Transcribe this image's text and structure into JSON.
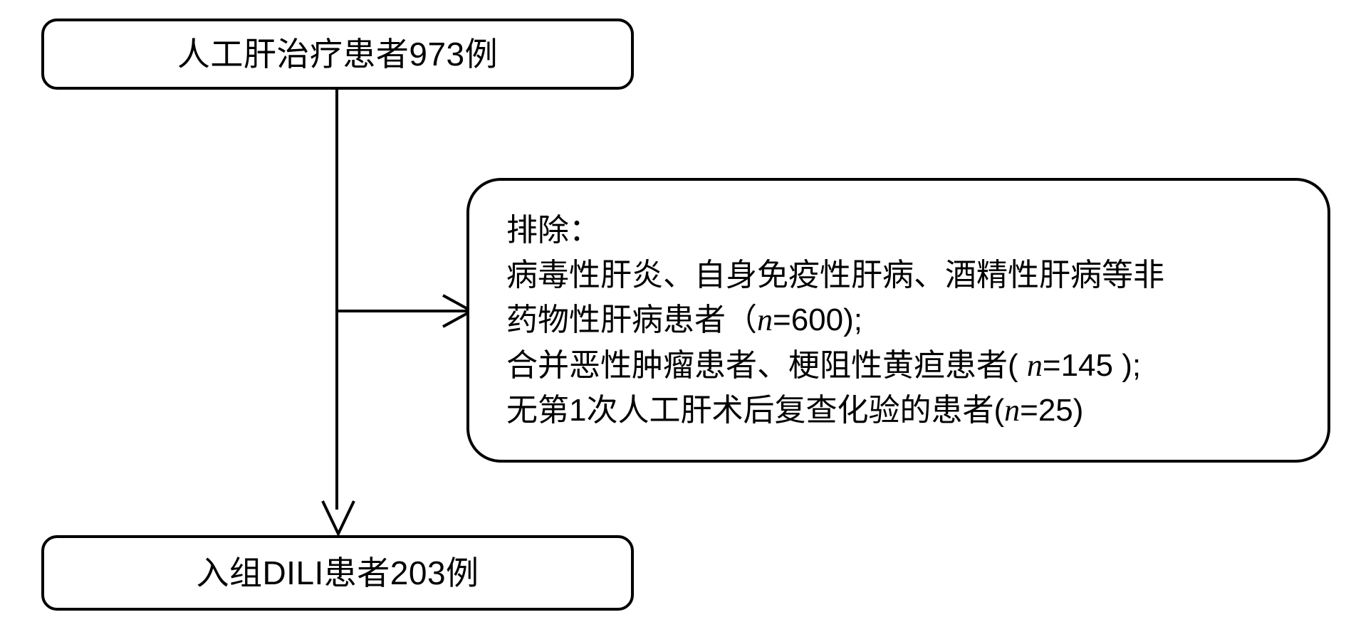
{
  "diagram": {
    "type": "flowchart",
    "title": "",
    "orientation": "top-to-bottom",
    "nodes": {
      "source": {
        "label": "人工肝治疗患者973例",
        "count": 973,
        "shape": "rounded-rectangle"
      },
      "excluded": {
        "heading": "排除：",
        "shape": "rounded-rectangle",
        "lines": [
          "排除：",
          "病毒性肝炎、自身免疫性肝病、酒精性肝病等非",
          "药物性肝病患者（n=600);",
          "合并恶性肿瘤患者、梗阻性黄疸患者( n=145 );",
          "无第1次人工肝术后复查化验的患者(n=25)"
        ],
        "items": [
          {
            "text_prefix": "病毒性肝炎、自身免疫性肝病、酒精性肝病等非药物性肝病患者（",
            "symbol": "n",
            "value": "=600);",
            "n": 600
          },
          {
            "text_prefix": "合并恶性肿瘤患者、梗阻性黄疸患者( ",
            "symbol": "n",
            "value": "=145 );",
            "n": 145
          },
          {
            "text_prefix": "无第1次人工肝术后复查化验的患者(",
            "symbol": "n",
            "value": "=25)",
            "n": 25
          }
        ]
      },
      "enrolled": {
        "label": "入组DILI患者203例",
        "count": 203,
        "shape": "rounded-rectangle"
      }
    },
    "edges": [
      {
        "from": "source",
        "to": "excluded",
        "direction": "right",
        "style": "solid-arrow"
      },
      {
        "from": "source",
        "to": "enrolled",
        "direction": "down",
        "style": "solid-arrow"
      }
    ],
    "colors": {
      "stroke": "#000000",
      "fill": "#ffffff",
      "text": "#000000"
    }
  }
}
